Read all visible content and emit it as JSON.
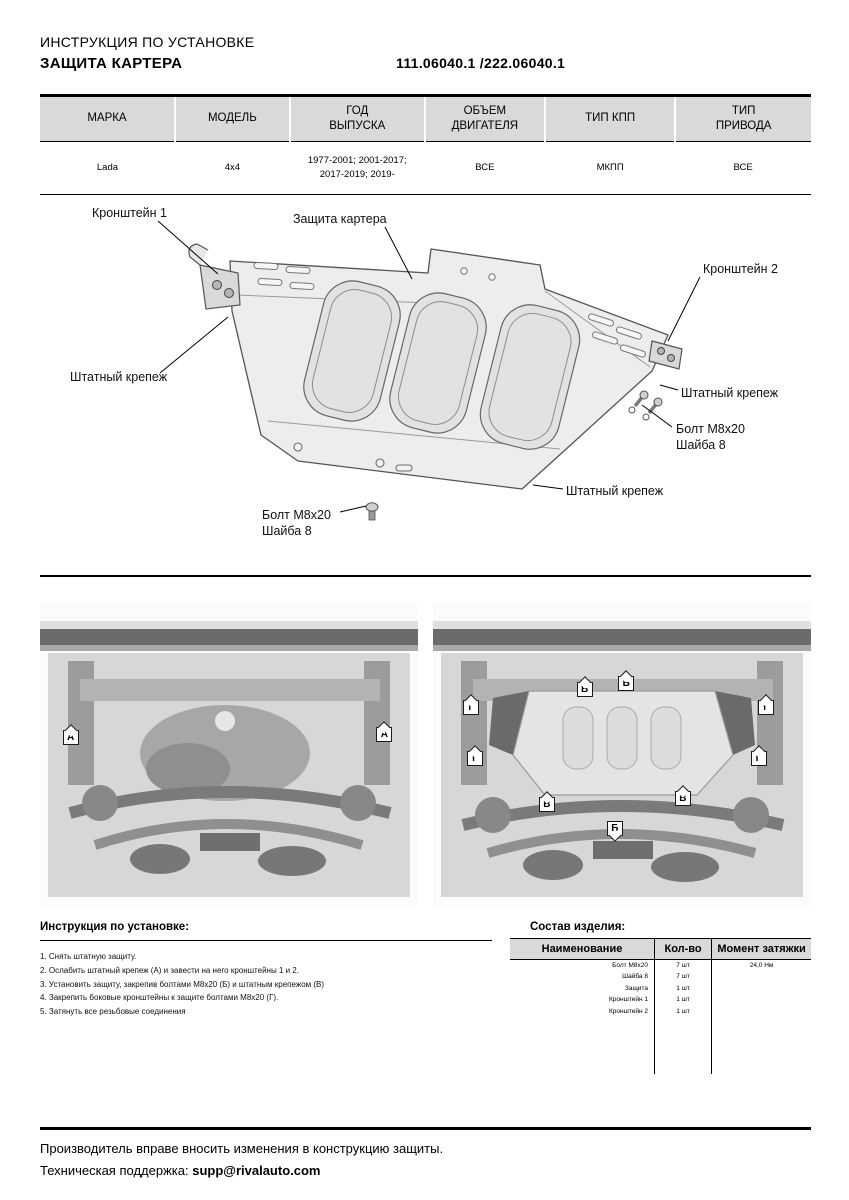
{
  "doc": {
    "title_line1": "ИНСТРУКЦИЯ ПО УСТАНОВКЕ",
    "title_line2": "ЗАЩИТА КАРТЕРА",
    "part_numbers": "111.06040.1 /222.06040.1"
  },
  "spec_table": {
    "headers": [
      "МАРКА",
      "МОДЕЛЬ",
      "ГОД\nВЫПУСКА",
      "ОБЪЕМ\nДВИГАТЕЛЯ",
      "ТИП КПП",
      "ТИП\nПРИВОДА"
    ],
    "row": [
      "Lada",
      "4x4",
      "1977-2001; 2001-2017;\n2017-2019; 2019-",
      "ВСЕ",
      "МКПП",
      "ВСЕ"
    ]
  },
  "diagram": {
    "bracket1_label": "Кронштейн 1",
    "shield_label": "Защита картера",
    "bracket2_label": "Кронштейн 2",
    "stock_fastener_label": "Штатный крепеж",
    "bolt_label": "Болт М8х20",
    "washer_label": "Шайба 8"
  },
  "photos": {
    "left_markers": [
      "А",
      "А"
    ],
    "right_markers": [
      "Г",
      "Б",
      "Б",
      "Г",
      "Г",
      "Г",
      "В",
      "В",
      "Б"
    ]
  },
  "instructions": {
    "title": "Инструкция по установке:",
    "steps": [
      "1. Снять штатную защиту.",
      "2. Ослабить штатный крепеж (А) и завести на него кронштейны 1 и 2.",
      "3. Установить защиту, закрепив болтами М8х20 (Б) и штатным крепежом (В)",
      "4. Закрепить боковые кронштейны к защите болтами М8х20 (Г).",
      "5. Затянуть все резьбовые соединения"
    ]
  },
  "composition": {
    "title": "Состав изделия:",
    "headers": [
      "Наименование",
      "Кол-во",
      "Момент затяжки"
    ],
    "rows": [
      [
        "Болт М8х20",
        "7 шт",
        "24,0 Нм"
      ],
      [
        "Шайба 8",
        "7 шт",
        ""
      ],
      [
        "Защита",
        "1 шт",
        ""
      ],
      [
        "Кронштейн 1",
        "1 шт",
        ""
      ],
      [
        "Кронштейн 2",
        "1 шт",
        ""
      ]
    ]
  },
  "footer": {
    "line1": "Производитель вправе вносить изменения в конструкцию защиты.",
    "support_label": "Техническая поддержка:",
    "support_email": "supp@rivalauto.com"
  }
}
